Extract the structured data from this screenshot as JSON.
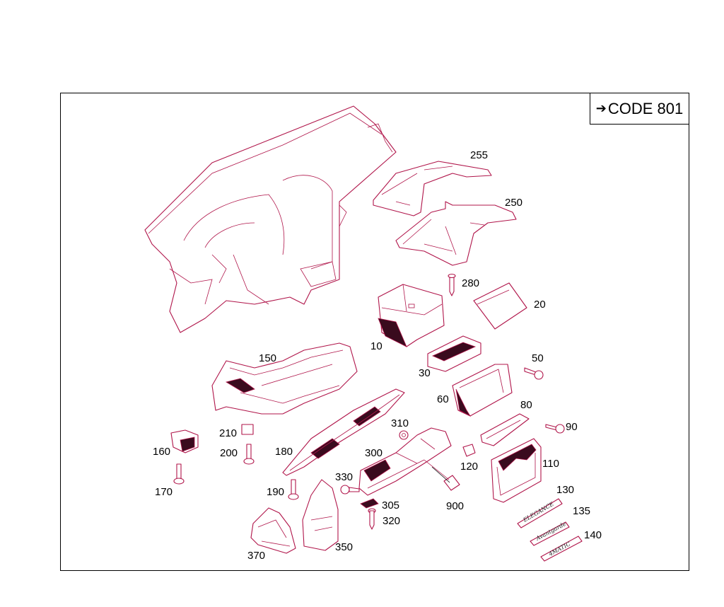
{
  "code_box": {
    "text": "CODE 801"
  },
  "callouts": {
    "c10": "10",
    "c20": "20",
    "c30": "30",
    "c50": "50",
    "c60": "60",
    "c80": "80",
    "c90": "90",
    "c110": "110",
    "c120": "120",
    "c130": "130",
    "c135": "135",
    "c140": "140",
    "c150": "150",
    "c160": "160",
    "c170": "170",
    "c180": "180",
    "c190": "190",
    "c200": "200",
    "c210": "210",
    "c250": "250",
    "c255": "255",
    "c280": "280",
    "c300": "300",
    "c305": "305",
    "c310": "310",
    "c320": "320",
    "c330": "330",
    "c350": "350",
    "c370": "370",
    "c900": "900"
  },
  "badges": {
    "b130": "ELEGANCE",
    "b135": "Avantgarde",
    "b140": "4MATIC"
  },
  "colors": {
    "line_art": "#b0154a",
    "text": "#000000",
    "border": "#000000"
  }
}
